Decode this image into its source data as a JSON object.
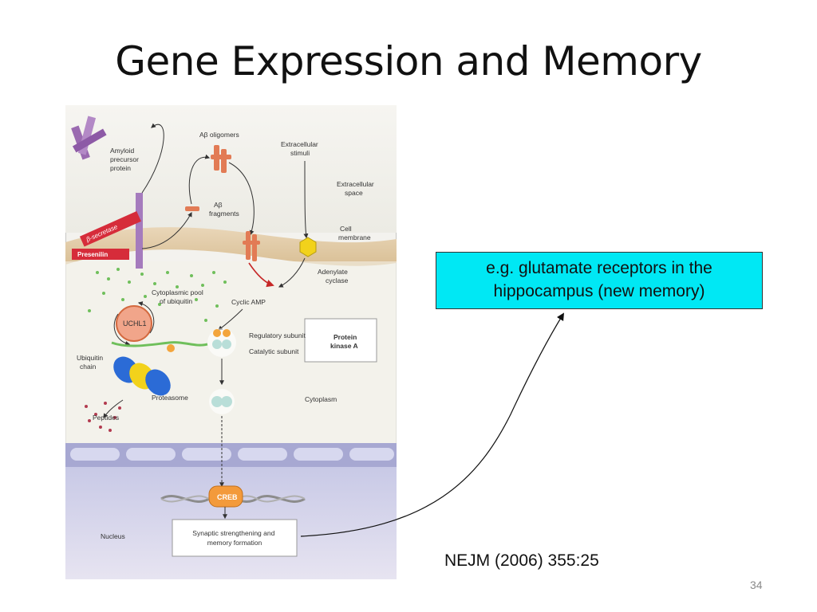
{
  "slide": {
    "title": "Gene Expression and Memory",
    "callout": "e.g. glutamate receptors in the hippocampus (new memory)",
    "citation": "NEJM (2006) 355:25",
    "page_number": "34"
  },
  "figure": {
    "labels": {
      "amyloid_precursor_protein": [
        "Amyloid",
        "precursor",
        "protein"
      ],
      "abeta_oligomers": "Aβ oligomers",
      "extracellular_stimuli": [
        "Extracellular",
        "stimuli"
      ],
      "extracellular_space": [
        "Extracellular",
        "space"
      ],
      "abeta_fragments": [
        "Aβ",
        "fragments"
      ],
      "beta_secretase": "β-secretase",
      "presenilin": "Presenilin",
      "cell_membrane": [
        "Cell",
        "membrane"
      ],
      "adenylate_cyclase": [
        "Adenylate",
        "cyclase"
      ],
      "cytoplasmic_pool": [
        "Cytoplasmic pool",
        "of ubiquitin"
      ],
      "cyclic_amp": "Cyclic AMP",
      "uchl1": "UCHL1",
      "regulatory_subunit": "Regulatory subunit",
      "catalytic_subunit": "Catalytic subunit",
      "protein_kinase_a": [
        "Protein",
        "kinase A"
      ],
      "ubiquitin_chain": [
        "Ubiquitin",
        "chain"
      ],
      "proteasome": "Proteasome",
      "cytoplasm": "Cytoplasm",
      "peptides": "Peptides",
      "creb": "CREB",
      "nucleus": "Nucleus",
      "synaptic_strengthening": [
        "Synaptic strengthening and",
        "memory formation"
      ]
    }
  }
}
